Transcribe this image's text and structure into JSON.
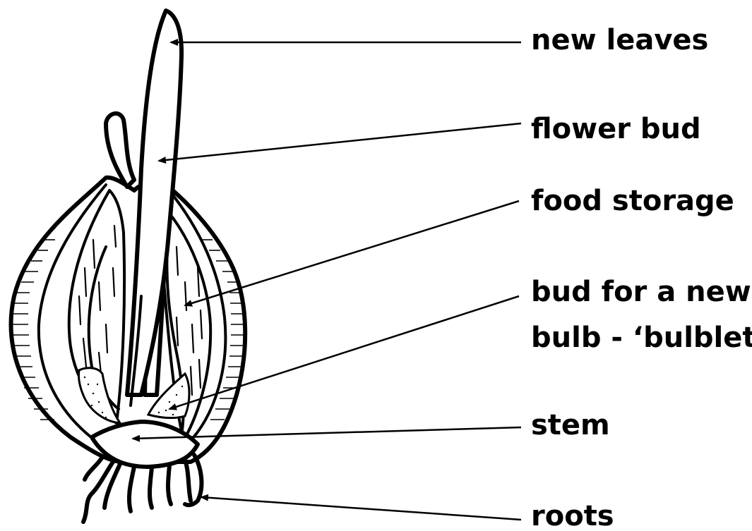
{
  "diagram": {
    "labels": {
      "new_leaves": "new leaves",
      "flower_bud": "flower bud",
      "food_storage": "food storage",
      "bulblet_line1": "bud for a new",
      "bulblet_line2": "bulb - ‘bulblet’",
      "stem": "stem",
      "roots": "roots"
    }
  }
}
